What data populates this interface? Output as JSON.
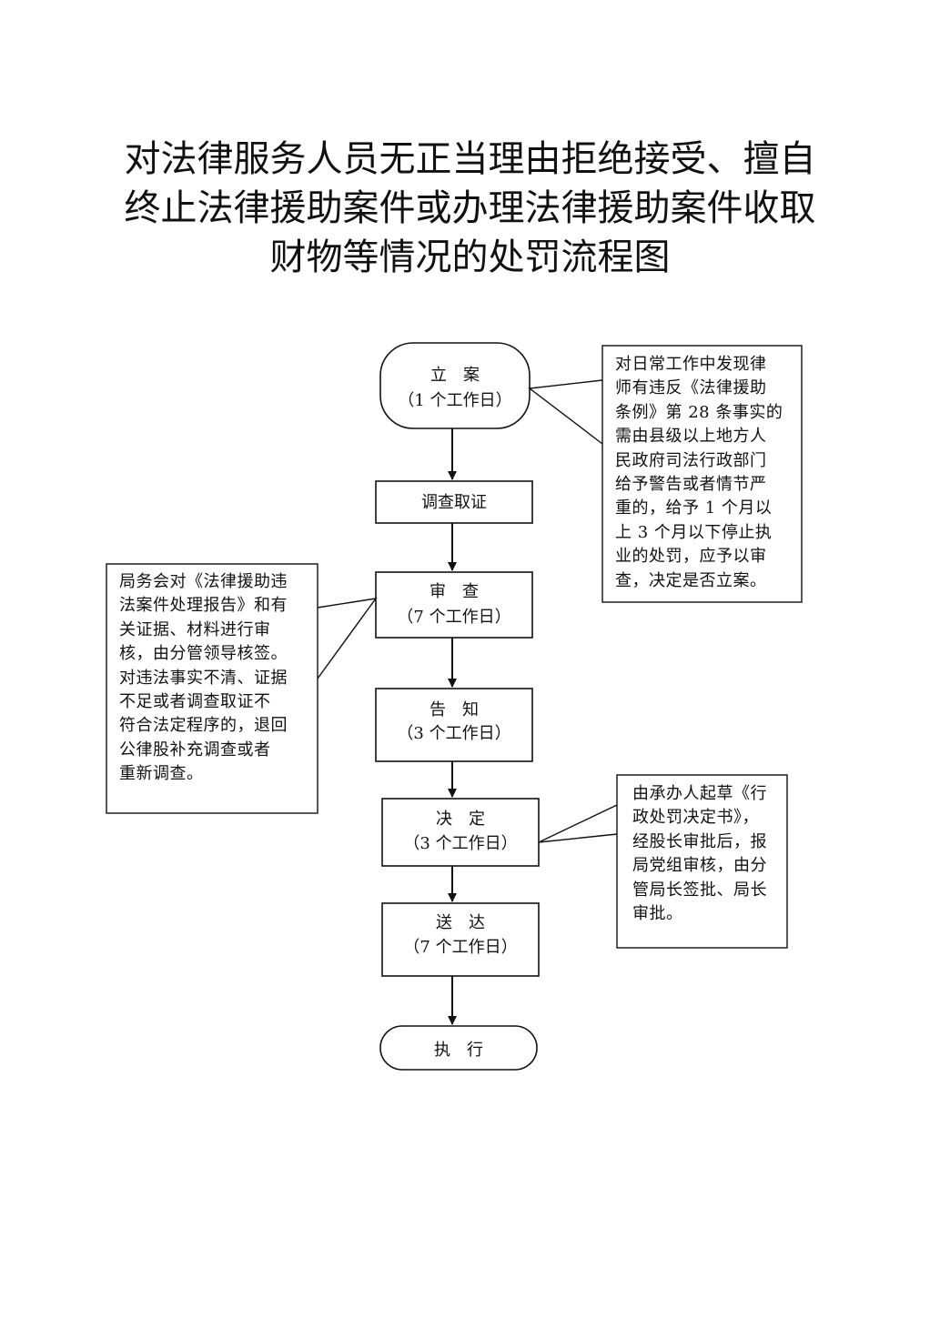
{
  "title": {
    "line1": "对法律服务人员无正当理由拒绝接受、擅自",
    "line2": "终止法律援助案件或办理法律援助案件收取",
    "line3": "财物等情况的处罚流程图"
  },
  "steps": [
    {
      "label": "立　案",
      "days": "（1 个工作日）"
    },
    {
      "label": "调查取证",
      "days": ""
    },
    {
      "label": "审　查",
      "days": "（7 个工作日）"
    },
    {
      "label": "告　知",
      "days": "（3 个工作日）"
    },
    {
      "label": "决　定",
      "days": "（3 个工作日）"
    },
    {
      "label": "送　达",
      "days": "（7 个工作日）"
    },
    {
      "label": "执　行",
      "days": ""
    }
  ],
  "notes": {
    "filing": [
      "对日常工作中发现律",
      "师有违反《法律援助",
      "条例》第 28 条事实的",
      "需由县级以上地方人",
      "民政府司法行政部门",
      "给予警告或者情节严",
      "重的，给予 1 个月以",
      "上 3 个月以下停止执",
      "业的处罚，应予以审",
      "查，决定是否立案。"
    ],
    "review": [
      "局务会对《法律援助违",
      "法案件处理报告》和有",
      "关证据、材料进行审",
      "核，由分管领导核签。",
      "对违法事实不清、证据",
      "不足或者调查取证不",
      "符合法定程序的，退回",
      "公律股补充调查或者",
      "重新调查。"
    ],
    "decision": [
      "由承办人起草《行",
      "政处罚决定书》，",
      "经股长审批后，报",
      "局党组审核，由分",
      "管局长签批、局长",
      "审批。"
    ]
  }
}
